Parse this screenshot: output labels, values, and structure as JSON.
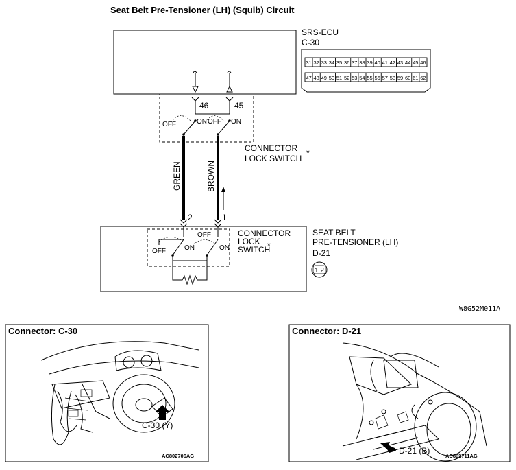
{
  "title": "Seat Belt Pre-Tensioner (LH) (Squib) Circuit",
  "ecu": {
    "name": "SRS-ECU",
    "connector": "C-30",
    "row1": [
      "31",
      "32",
      "33",
      "34",
      "35",
      "36",
      "37",
      "38",
      "39",
      "40",
      "41",
      "42",
      "43",
      "44",
      "45",
      "46"
    ],
    "row2": [
      "47",
      "48",
      "49",
      "50",
      "51",
      "52",
      "53",
      "54",
      "55",
      "56",
      "57",
      "58",
      "59",
      "60",
      "61",
      "62"
    ]
  },
  "upper_pins": {
    "left": "46",
    "right": "45"
  },
  "switch": {
    "off": "OFF",
    "on": "ON"
  },
  "connector_lock": {
    "line1": "CONNECTOR",
    "line2": "LOCK SWITCH",
    "star": "*"
  },
  "wires": {
    "left": "GREEN",
    "right": "BROWN"
  },
  "lower_pins": {
    "left": "2",
    "right": "1"
  },
  "lower_lock": {
    "line1": "CONNECTOR",
    "line2": "LOCK",
    "line3": "SWITCH",
    "star": "*"
  },
  "pretensioner": {
    "line1": "SEAT BELT",
    "line2": "PRE-TENSIONER (LH)",
    "connector": "D-21",
    "pins": "1 2"
  },
  "figure_code": "W8G52M011A",
  "panels": [
    {
      "title": "Connector: C-30",
      "callout": "C-30 (Y)",
      "code": "AC802706AG"
    },
    {
      "title": "Connector: D-21",
      "callout": "D-21 (B)",
      "code": "AC802711AG"
    }
  ]
}
